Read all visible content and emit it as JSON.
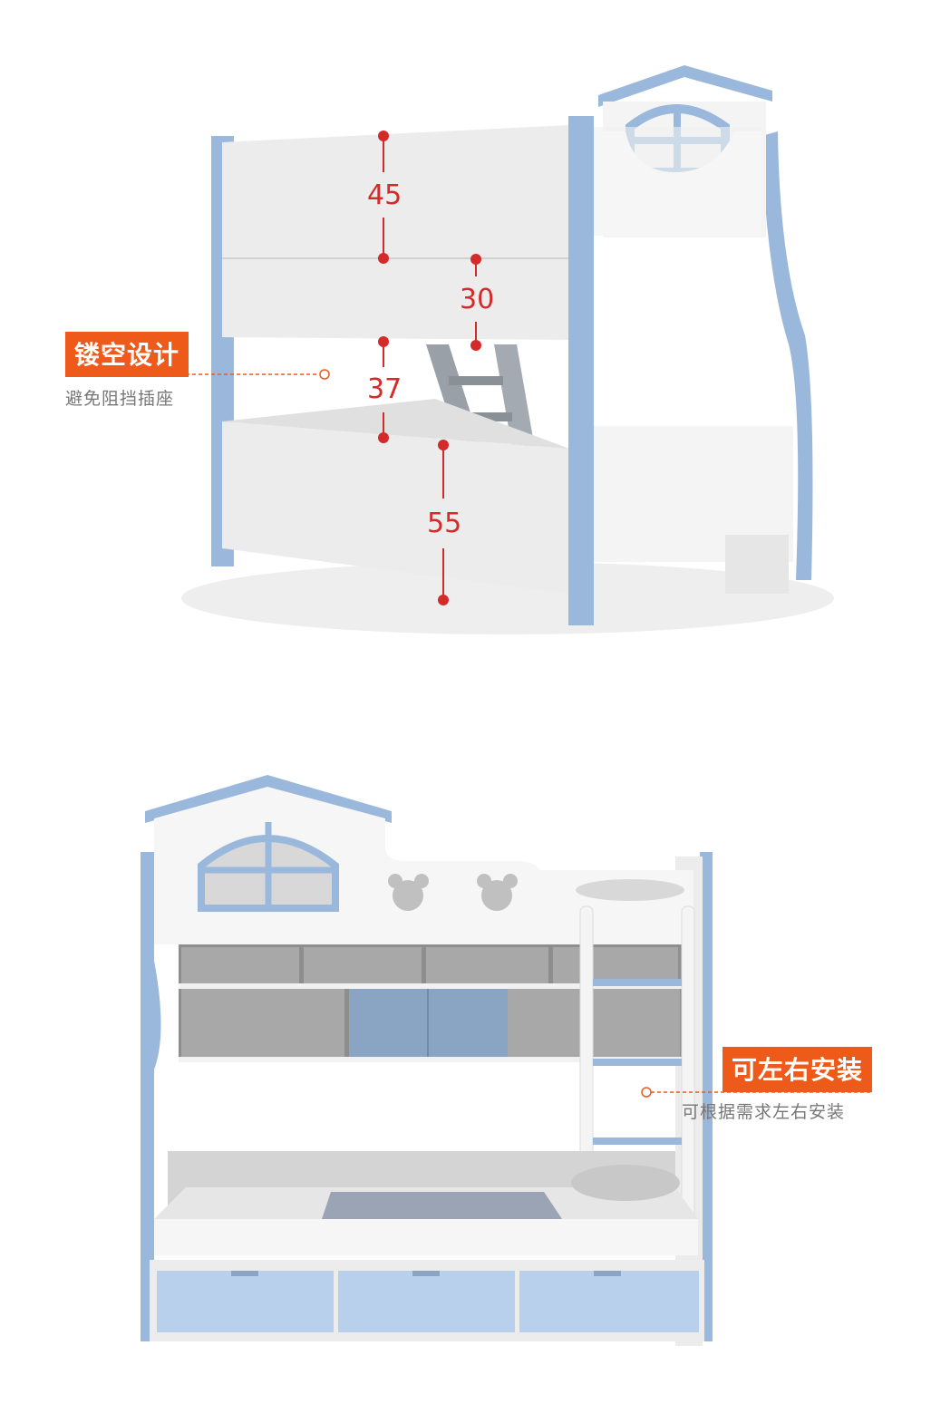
{
  "top_panel": {
    "feature_title": "镂空设计",
    "feature_desc": "避免阻挡插座",
    "dimensions": {
      "d1": "45",
      "d2": "30",
      "d3": "37",
      "d4": "55"
    }
  },
  "bottom_panel": {
    "feature_title": "可左右安装",
    "feature_desc": "可根据需求左右安装"
  },
  "colors": {
    "accent": "#ee5a1a",
    "frame_blue": "#9ab8dc",
    "panel_white": "#ececec",
    "dimension_red": "#d42a2a"
  }
}
